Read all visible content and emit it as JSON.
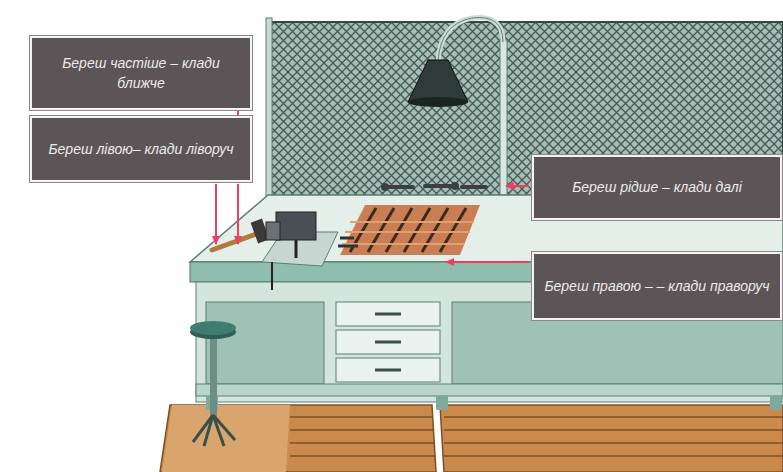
{
  "diagram": {
    "nodes": [
      {
        "text": [
          "Береш частіше – клади ближче"
        ]
      },
      {
        "text": [
          "Береш лівою– клади ліворуч"
        ]
      },
      {
        "text": [
          "Береш рідше – клади далі"
        ]
      },
      {
        "text": [
          "Береш правою – – клади праворуч"
        ]
      }
    ]
  }
}
